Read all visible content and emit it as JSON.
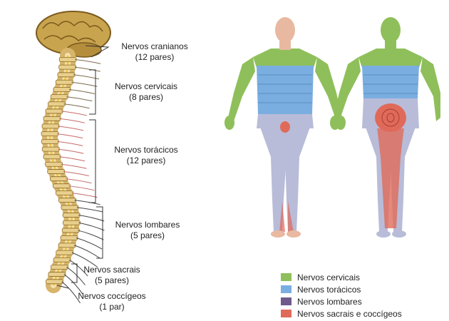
{
  "nerve_groups": [
    {
      "name": "Nervos cranianos",
      "count": "(12 pares)"
    },
    {
      "name": "Nervos cervicais",
      "count": "(8 pares)"
    },
    {
      "name": "Nervos torácicos",
      "count": "(12 pares)"
    },
    {
      "name": "Nervos lombares",
      "count": "(5 pares)"
    },
    {
      "name": "Nervos sacrais",
      "count": "(5 pares)"
    },
    {
      "name": "Nervos coccígeos",
      "count": "(1 par)"
    }
  ],
  "legend": [
    {
      "label": "Nervos cervicais",
      "color": "#8fbf5a"
    },
    {
      "label": "Nervos torácicos",
      "color": "#7aaee0"
    },
    {
      "label": "Nervos lombares",
      "color": "#6e5a8c"
    },
    {
      "label": "Nervos sacrais e coccígeos",
      "color": "#e06a5a"
    }
  ]
}
